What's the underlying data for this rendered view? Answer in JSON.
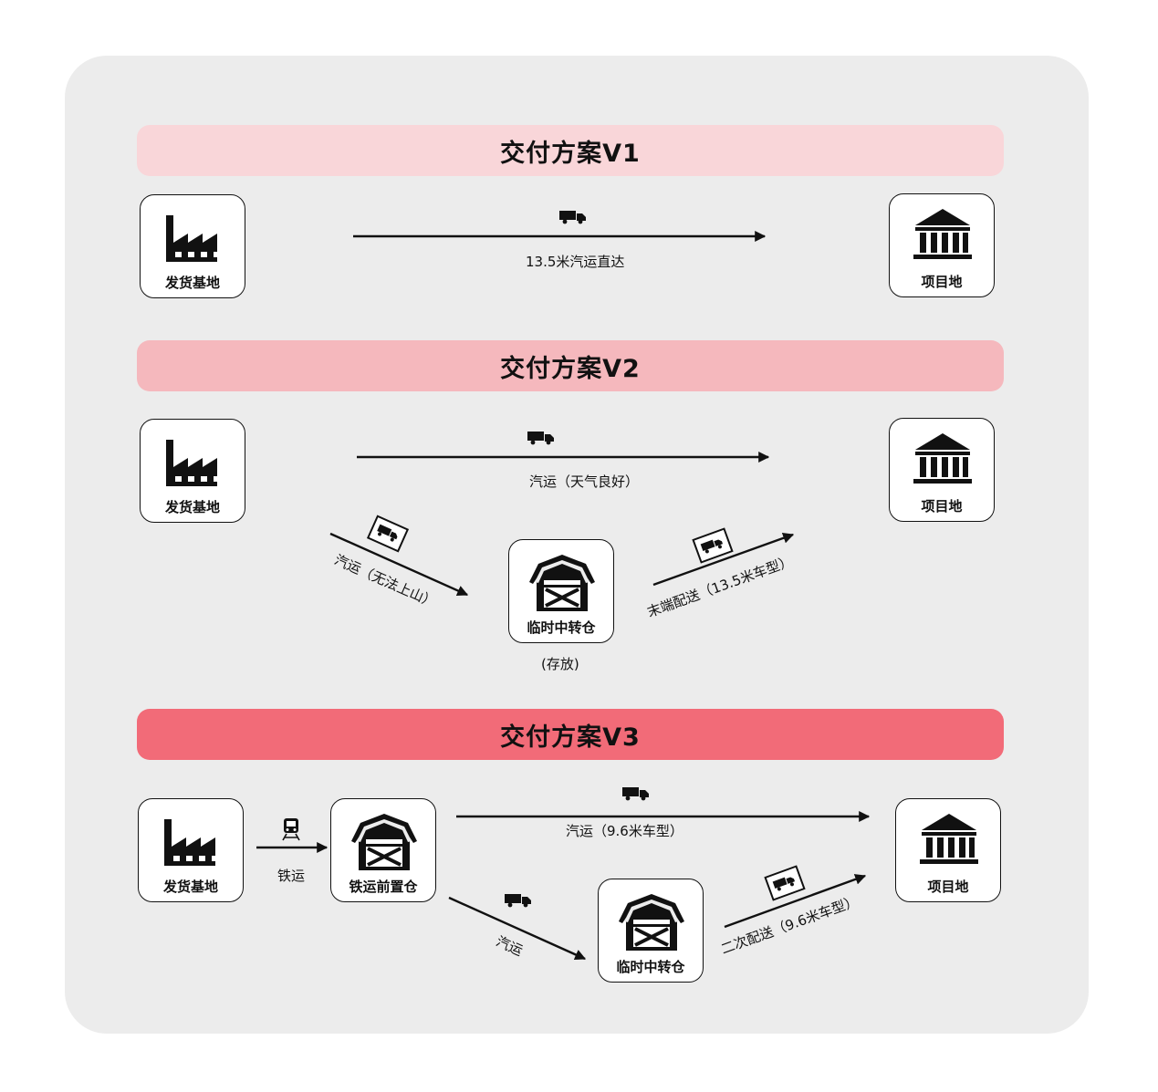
{
  "plans": [
    {
      "title": "交付方案V1",
      "color": "#f9d6d9",
      "origin_label": "发货基地",
      "destination_label": "项目地",
      "route_label": "13.5米汽运直达",
      "route_icon": "truck-icon"
    },
    {
      "title": "交付方案V2",
      "color": "#f5b8bd",
      "origin_label": "发货基地",
      "destination_label": "项目地",
      "transfer_label": "临时中转仓",
      "transfer_note": "(存放)",
      "direct_label": "汽运（天气良好）",
      "leg_to_transfer_label": "汽运（无法上山）",
      "leg_to_site_label": "末端配送（13.5米车型）"
    },
    {
      "title": "交付方案V3",
      "color": "#f26b78",
      "origin_label": "发货基地",
      "rail_warehouse_label": "铁运前置仓",
      "transfer_label": "临时中转仓",
      "destination_label": "项目地",
      "rail_label": "铁运",
      "direct_label": "汽运（9.6米车型）",
      "leg_to_transfer_label": "汽运",
      "leg_to_site_label": "二次配送（9.6米车型）"
    }
  ],
  "icons": {
    "factory": "factory-icon",
    "museum": "museum-icon",
    "barn": "barn-icon",
    "truck": "truck-icon",
    "train": "train-icon"
  }
}
